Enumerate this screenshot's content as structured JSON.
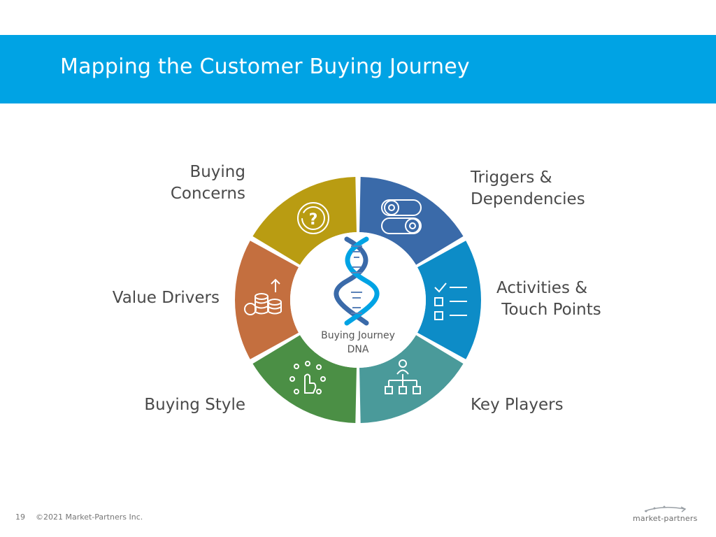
{
  "slide": {
    "title": "Mapping the Customer Buying Journey",
    "page_number": "19",
    "copyright": "©2021 Market-Partners Inc.",
    "logo_text": "market-partners"
  },
  "center": {
    "label_line1": "Buying Journey",
    "label_line2": "DNA",
    "icon": "dna-icon"
  },
  "segments": [
    {
      "id": "triggers",
      "line1": "Triggers &",
      "line2": "Dependencies",
      "color": "#3a6aa9",
      "icon": "toggle-switches-icon"
    },
    {
      "id": "activities",
      "line1": "Activities &",
      "line2": " Touch Points",
      "color": "#0d8cc7",
      "icon": "checklist-icon"
    },
    {
      "id": "key-players",
      "line1": "Key Players",
      "line2": "",
      "color": "#4a9a9a",
      "icon": "org-chart-icon"
    },
    {
      "id": "buying-style",
      "line1": "Buying Style",
      "line2": "",
      "color": "#4b8f45",
      "icon": "hand-pointer-icon"
    },
    {
      "id": "value-drivers",
      "line1": "Value Drivers",
      "line2": "",
      "color": "#c46f3f",
      "icon": "coins-growth-icon"
    },
    {
      "id": "buying-concerns",
      "line1": "Buying",
      "line2": "Concerns",
      "color": "#b99c12",
      "icon": "question-circle-icon"
    }
  ]
}
